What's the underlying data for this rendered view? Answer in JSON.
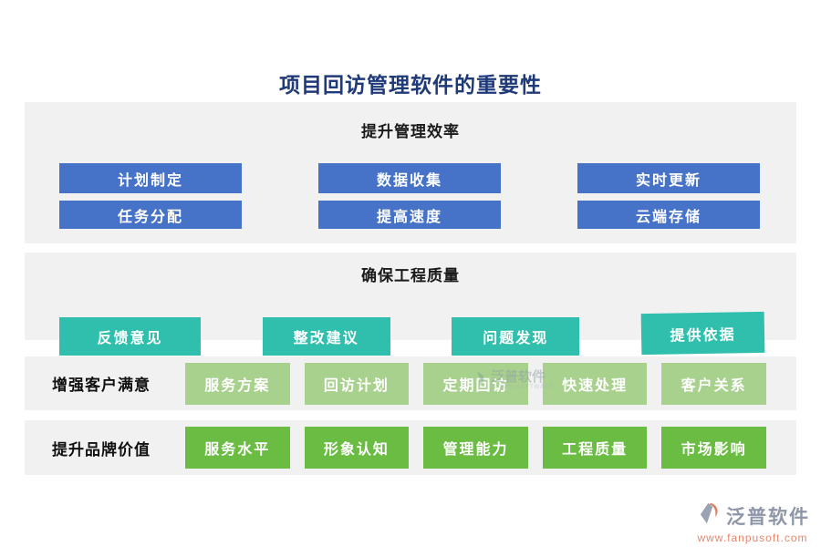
{
  "title": "项目回访管理软件的重要性",
  "colors": {
    "title_navy": "#1f3a78",
    "panel_gray": "#f1f1f2",
    "button_blue": "#4673c8",
    "button_teal": "#2fbfac",
    "button_light_green": "#a9d18e",
    "button_green": "#6abc43",
    "footer_brand_gray": "#8e96a8",
    "footer_url_salmon": "#e6876f"
  },
  "sections": [
    {
      "header": "提升管理效率",
      "items": [
        "计划制定",
        "数据收集",
        "实时更新",
        "任务分配",
        "提高速度",
        "云端存储"
      ]
    },
    {
      "header": "确保工程质量",
      "items": [
        "反馈意见",
        "整改建议",
        "问题发现",
        "提供依据"
      ]
    },
    {
      "label": "增强客户满意",
      "items": [
        "服务方案",
        "回访计划",
        "定期回访",
        "快速处理",
        "客户关系"
      ]
    },
    {
      "label": "提升品牌价值",
      "items": [
        "服务水平",
        "形象认知",
        "管理能力",
        "工程质量",
        "市场影响"
      ]
    }
  ],
  "watermark": {
    "text": "泛普软件",
    "subtext": "FANPU SOFTWARE"
  },
  "footer": {
    "brand": "泛普软件",
    "url": "www.fanpusoft.com"
  }
}
